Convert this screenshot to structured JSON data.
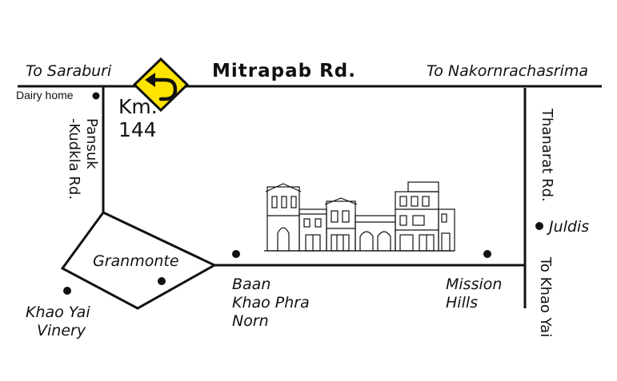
{
  "labels": {
    "to_saraburi": "To Saraburi",
    "mitrapab_rd": "Mitrapab Rd.",
    "to_nakornrachasrima": "To Nakornrachasrima",
    "dairy_home": "Dairy home",
    "km": "Km.",
    "km_value": "144",
    "pansuk_road": "Pansuk",
    "kudkla_road": "-Kudkla Rd.",
    "thanarat_rd": "Thanarat Rd.",
    "juldis": "Juldis",
    "to_khao_yai": "To Khao Yai",
    "granmonte": "Granmonte",
    "khao_yai_vinery_1": "Khao Yai",
    "khao_yai_vinery_2": "Vinery",
    "baan_1": "Baan",
    "baan_2": "Khao Phra",
    "baan_3": "Norn",
    "mission_1": "Mission",
    "mission_2": "Hills"
  },
  "colors": {
    "ink": "#111111",
    "sign_fill": "#ffe400",
    "background": "#ffffff"
  },
  "icons": {
    "turn_sign": "u-turn-sign-icon",
    "landmark": "building-illustration"
  }
}
